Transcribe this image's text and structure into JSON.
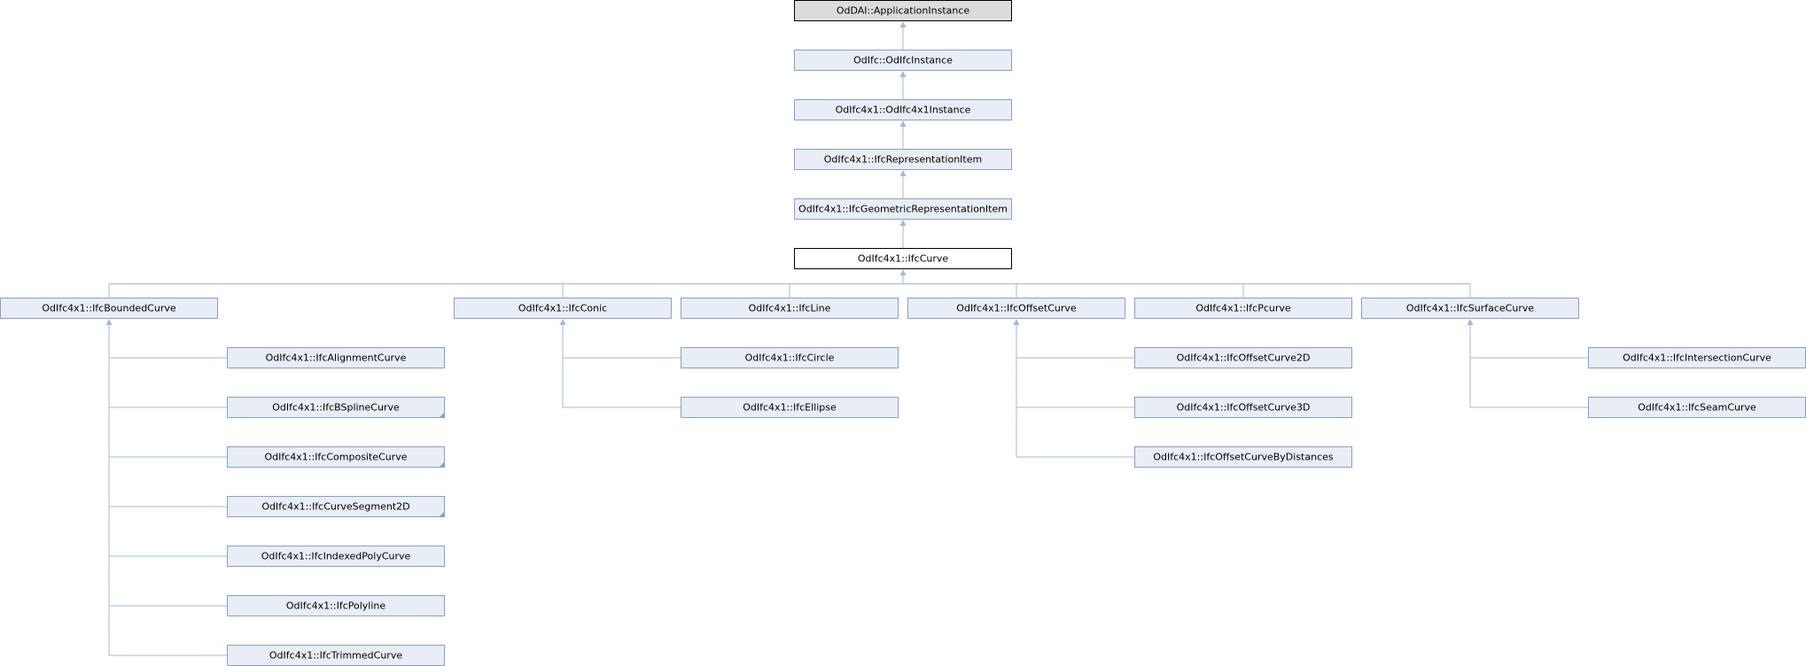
{
  "diagram": {
    "nodes": [
      {
        "id": "app_instance",
        "label": "OdDAI::ApplicationInstance",
        "style": "root"
      },
      {
        "id": "odifc_instance",
        "label": "OdIfc::OdIfcInstance",
        "style": "normal"
      },
      {
        "id": "odifc4x1_instance",
        "label": "OdIfc4x1::OdIfc4x1Instance",
        "style": "normal"
      },
      {
        "id": "representation_item",
        "label": "OdIfc4x1::IfcRepresentationItem",
        "style": "normal"
      },
      {
        "id": "geometric_representation_item",
        "label": "OdIfc4x1::IfcGeometricRepresentationItem",
        "style": "normal"
      },
      {
        "id": "ifc_curve",
        "label": "OdIfc4x1::IfcCurve",
        "style": "focus"
      },
      {
        "id": "bounded_curve",
        "label": "OdIfc4x1::IfcBoundedCurve",
        "style": "normal"
      },
      {
        "id": "conic",
        "label": "OdIfc4x1::IfcConic",
        "style": "normal"
      },
      {
        "id": "line",
        "label": "OdIfc4x1::IfcLine",
        "style": "normal"
      },
      {
        "id": "offset_curve",
        "label": "OdIfc4x1::IfcOffsetCurve",
        "style": "normal"
      },
      {
        "id": "pcurve",
        "label": "OdIfc4x1::IfcPcurve",
        "style": "normal"
      },
      {
        "id": "surface_curve",
        "label": "OdIfc4x1::IfcSurfaceCurve",
        "style": "normal"
      },
      {
        "id": "alignment_curve",
        "label": "OdIfc4x1::IfcAlignmentCurve",
        "style": "normal"
      },
      {
        "id": "bspline_curve",
        "label": "OdIfc4x1::IfcBSplineCurve",
        "style": "normal",
        "has_more": true
      },
      {
        "id": "composite_curve",
        "label": "OdIfc4x1::IfcCompositeCurve",
        "style": "normal",
        "has_more": true
      },
      {
        "id": "curve_segment_2d",
        "label": "OdIfc4x1::IfcCurveSegment2D",
        "style": "normal",
        "has_more": true
      },
      {
        "id": "indexed_poly_curve",
        "label": "OdIfc4x1::IfcIndexedPolyCurve",
        "style": "normal"
      },
      {
        "id": "polyline",
        "label": "OdIfc4x1::IfcPolyline",
        "style": "normal"
      },
      {
        "id": "trimmed_curve",
        "label": "OdIfc4x1::IfcTrimmedCurve",
        "style": "normal"
      },
      {
        "id": "circle",
        "label": "OdIfc4x1::IfcCircle",
        "style": "normal"
      },
      {
        "id": "ellipse",
        "label": "OdIfc4x1::IfcEllipse",
        "style": "normal"
      },
      {
        "id": "offset_curve_2d",
        "label": "OdIfc4x1::IfcOffsetCurve2D",
        "style": "normal"
      },
      {
        "id": "offset_curve_3d",
        "label": "OdIfc4x1::IfcOffsetCurve3D",
        "style": "normal"
      },
      {
        "id": "offset_curve_by_distances",
        "label": "OdIfc4x1::IfcOffsetCurveByDistances",
        "style": "normal"
      },
      {
        "id": "intersection_curve",
        "label": "OdIfc4x1::IfcIntersectionCurve",
        "style": "normal"
      },
      {
        "id": "seam_curve",
        "label": "OdIfc4x1::IfcSeamCurve",
        "style": "normal"
      }
    ],
    "edges": [
      {
        "from": "odifc_instance",
        "to": "app_instance"
      },
      {
        "from": "odifc4x1_instance",
        "to": "odifc_instance"
      },
      {
        "from": "representation_item",
        "to": "odifc4x1_instance"
      },
      {
        "from": "geometric_representation_item",
        "to": "representation_item"
      },
      {
        "from": "ifc_curve",
        "to": "geometric_representation_item"
      },
      {
        "from": "bounded_curve",
        "to": "ifc_curve"
      },
      {
        "from": "conic",
        "to": "ifc_curve"
      },
      {
        "from": "line",
        "to": "ifc_curve"
      },
      {
        "from": "offset_curve",
        "to": "ifc_curve"
      },
      {
        "from": "pcurve",
        "to": "ifc_curve"
      },
      {
        "from": "surface_curve",
        "to": "ifc_curve"
      },
      {
        "from": "alignment_curve",
        "to": "bounded_curve"
      },
      {
        "from": "bspline_curve",
        "to": "bounded_curve"
      },
      {
        "from": "composite_curve",
        "to": "bounded_curve"
      },
      {
        "from": "curve_segment_2d",
        "to": "bounded_curve"
      },
      {
        "from": "indexed_poly_curve",
        "to": "bounded_curve"
      },
      {
        "from": "polyline",
        "to": "bounded_curve"
      },
      {
        "from": "trimmed_curve",
        "to": "bounded_curve"
      },
      {
        "from": "circle",
        "to": "conic"
      },
      {
        "from": "ellipse",
        "to": "conic"
      },
      {
        "from": "offset_curve_2d",
        "to": "offset_curve"
      },
      {
        "from": "offset_curve_3d",
        "to": "offset_curve"
      },
      {
        "from": "offset_curve_by_distances",
        "to": "offset_curve"
      },
      {
        "from": "intersection_curve",
        "to": "surface_curve"
      },
      {
        "from": "seam_curve",
        "to": "surface_curve"
      }
    ],
    "colors": {
      "node_fill": "#e8edf6",
      "node_border": "#8a9fc5",
      "edge": "#a7b7d6",
      "root_fill": "#dcdcdc",
      "focus_fill": "#ffffff"
    }
  }
}
